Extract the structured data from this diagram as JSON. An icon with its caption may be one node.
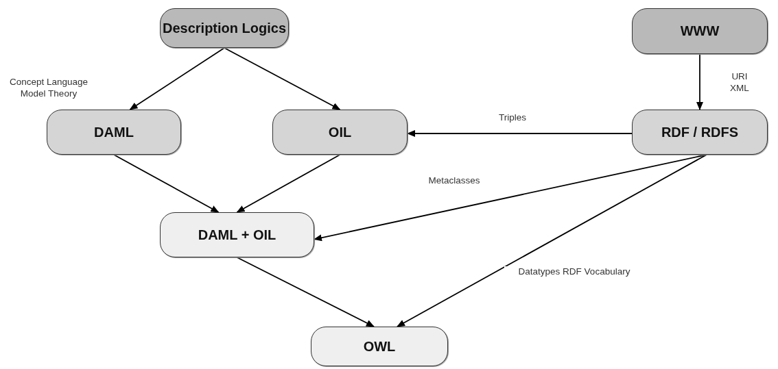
{
  "diagram": {
    "nodes": [
      {
        "text": [
          "Description Logics"
        ]
      },
      {
        "text": [
          "WWW"
        ]
      },
      {
        "text": [
          "DAML"
        ]
      },
      {
        "text": [
          "OIL"
        ]
      },
      {
        "text": [
          "RDF / RDFS"
        ]
      },
      {
        "text": [
          "DAML + OIL"
        ]
      },
      {
        "text": [
          "OWL"
        ]
      }
    ],
    "edges": [
      {
        "from": 0,
        "to": 2,
        "arrow": "to",
        "label": "Concept Language Model Theory"
      },
      {
        "from": 0,
        "to": 3,
        "arrow": "to"
      },
      {
        "from": 1,
        "to": 4,
        "arrow": "to",
        "label": "URI XML"
      },
      {
        "from": 4,
        "to": 3,
        "arrow": "to",
        "label": "Triples"
      },
      {
        "from": 2,
        "to": 5,
        "arrow": "to"
      },
      {
        "from": 3,
        "to": 5,
        "arrow": "to"
      },
      {
        "from": 4,
        "to": 5,
        "arrow": "to",
        "label": "Metaclasses"
      },
      {
        "from": 5,
        "to": 6,
        "arrow": "to"
      },
      {
        "from": 4,
        "to": 6,
        "arrow": "to",
        "label": "Datatypes RDF Vocabulary"
      }
    ]
  }
}
